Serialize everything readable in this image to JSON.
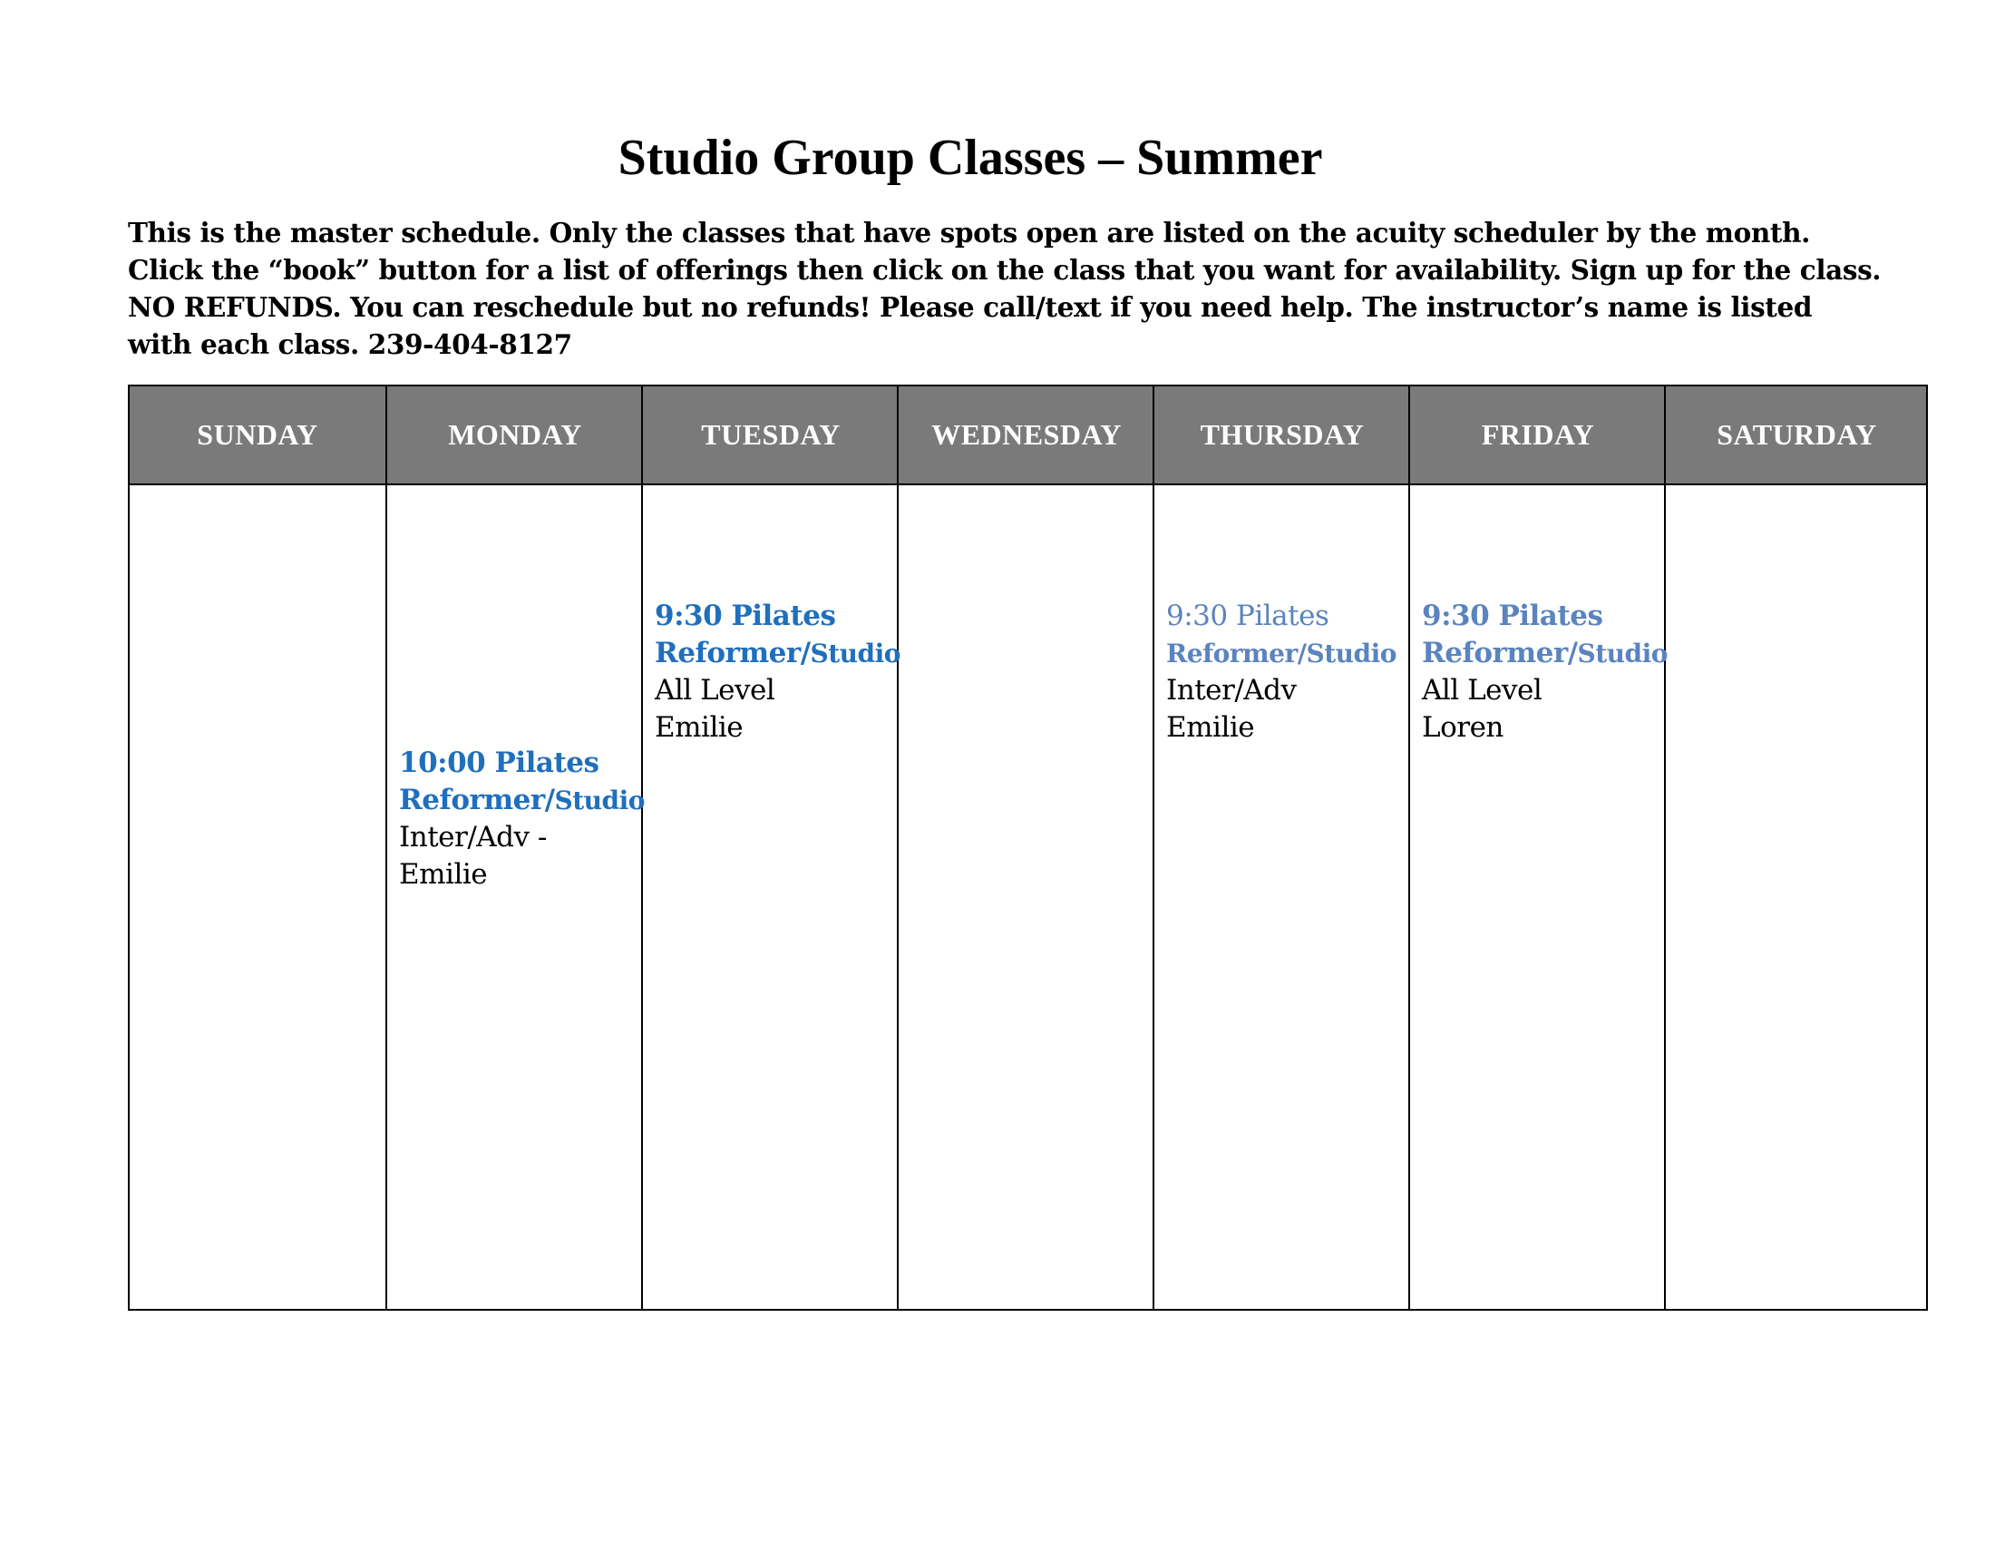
{
  "document": {
    "title": "Studio Group Classes – Summer",
    "intro": "This is the master schedule. Only the classes that have spots open are listed on the acuity scheduler by the month. Click the “book” button for a list of offerings then click on the class that you want for availability. Sign up for the class. NO REFUNDS. You can reschedule but no refunds! Please call/text if you need help. The instructor’s name is listed with each class. 239-404-8127"
  },
  "colors": {
    "header_background": "#7a7a7a",
    "header_text": "#ffffff",
    "class_blue": "#1f6fbd",
    "class_light_blue": "#5b84be"
  },
  "schedule": {
    "days": [
      "SUNDAY",
      "MONDAY",
      "TUESDAY",
      "WEDNESDAY",
      "THURSDAY",
      "FRIDAY",
      "SATURDAY"
    ],
    "classes": {
      "monday": {
        "time": "10:00 Pilates",
        "name_main": "Reformer/",
        "name_small": "Studio",
        "level": "Inter/Adv -",
        "instructor": "Emilie"
      },
      "tuesday": {
        "time": "9:30 Pilates",
        "name_main": "Reformer/",
        "name_small": "Studio",
        "level": "All Level",
        "instructor": "Emilie"
      },
      "thursday": {
        "time": "9:30 Pilates",
        "name_main": "Reformer/",
        "name_small": "Studio",
        "level": "Inter/Adv",
        "instructor": "Emilie"
      },
      "friday": {
        "time": "9:30 Pilates",
        "name_main": "Reformer/",
        "name_small": "Studio",
        "level": "All Level",
        "instructor": "Loren"
      }
    }
  }
}
